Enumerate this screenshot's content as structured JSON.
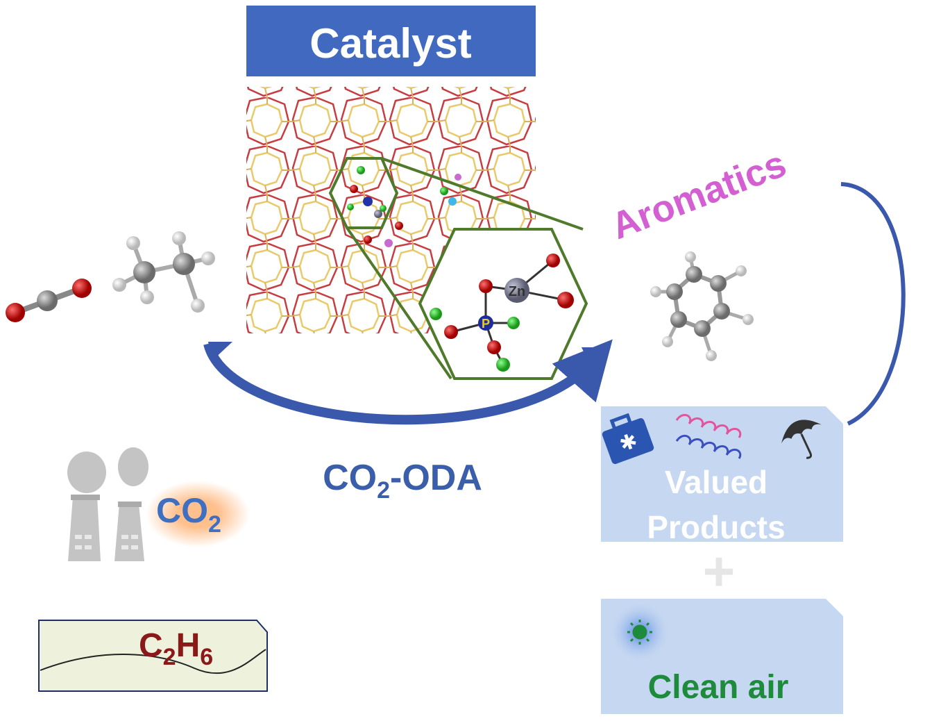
{
  "catalyst": {
    "label": "Catalyst",
    "zn_label": "Zn",
    "p_label": "P"
  },
  "aromatics": {
    "label": "Aromatics"
  },
  "process": {
    "prefix": "CO",
    "sub": "2",
    "suffix": "-ODA"
  },
  "co2_emission": {
    "main": "CO",
    "sub": "2"
  },
  "ethane": {
    "c": "C",
    "c_sub": "2",
    "h": "H",
    "h_sub": "6"
  },
  "valued_products": {
    "line1": "Valued",
    "line2": "Products"
  },
  "plus": {
    "label": "+"
  },
  "clean_air": {
    "label": "Clean air"
  },
  "colors": {
    "accent_blue": "#4169c0",
    "arrow_blue": "#3a59ad",
    "aromatics_pink": "#d45fd2",
    "box_blue": "#c6d8f1",
    "clean_green": "#1e8a3c",
    "ethane_red": "#8a1a1a",
    "zeolite_red": "#c0262b",
    "zeolite_yellow": "#e6c45a",
    "frame_green": "#4f7a2b"
  }
}
